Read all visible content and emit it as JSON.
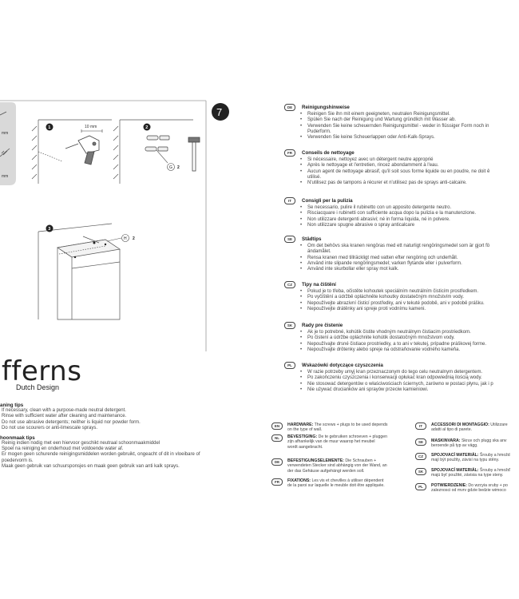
{
  "step": {
    "number": "7"
  },
  "diagram": {
    "step1_num": "1",
    "step2_num": "2",
    "step3_num": "3",
    "drill_size": "10 mm",
    "left_tab_mm": [
      "mm",
      "mm"
    ],
    "callout_g": {
      "letter": "G",
      "qty": "2"
    },
    "callout_h": {
      "letter": "H",
      "qty": "2"
    }
  },
  "brand": {
    "name": "ifferns",
    "tagline": "Dutch Design"
  },
  "bottom_left": {
    "cleaning_title": "aning tips",
    "cleaning": [
      "If necessary, clean with a purpose-made neutral detergent.",
      "Rinse with sufficient water after cleaning and maintenance.",
      "Do not use abrasive detergents; neither is liquid nor powder form.",
      "Do not use scourers or anti-limescale sprays."
    ],
    "nl_title": "hoonmaak tips",
    "nl": [
      "Reinig indien nodig met een hiervoor geschikt neutraal schoonmaakmiddel",
      "Spoel na reiniging en onderhoud met voldoende water af.",
      "Er mogen geen schurende reinigingsmiddelen worden gebruikt, ongeacht of dit in vloeibare of",
      "poedervorm is.",
      "Maak geen gebruik van schuursponsjes en maak geen gebruik van anti kalk sprays."
    ]
  },
  "sections": [
    {
      "lang": "DE",
      "title": "Reinigungshinweise",
      "items": [
        "Reinigen Sie ihn mit einem geeigneten, neutralen Reinigungsmittel.",
        "Spülen Sie nach der Reinigung und Wartung gründlich mit Wasser ab.",
        "Verwenden Sie keine scheuernden Reinigungsmittel - weder in flüssiger Form noch in",
        "Puderform.",
        "Verwenden Sie keine Scheuerlappen oder Anti-Kalk-Sprays."
      ]
    },
    {
      "lang": "FR",
      "title": "Conseils de nettoyage",
      "items": [
        "Si nécessaire, nettoyez avec un détergent neutre approprié",
        "Après le nettoyage et l'entretien, rincez abondamment à l'eau.",
        "Aucun agent de nettoyage abrasif, qu'il soit sous forme liquide ou en poudre, ne doit ê",
        "utilisé.",
        "N'utilisez pas de tampons à récurer et n'utilisez pas de sprays anti-calcaire."
      ]
    },
    {
      "lang": "IT",
      "title": "Consigli per la pulizia",
      "items": [
        "Se necessario, pulire il rubinetto con un apposito detergente neutro.",
        "Risciacquare i rubinetti con sufficiente acqua dopo la pulizia e la manutenzione.",
        "Non utilizzare detergenti abrasivi; né in forma liquida, né in polvere.",
        "Non utilizzare spugne abrasive o spray anticalcare"
      ]
    },
    {
      "lang": "SE",
      "title": "Städtips",
      "items": [
        "Om det behövs ska kranen rengöras med ett naturligt rengöringsmedel som är gjort fö",
        "ändamålet.",
        "Rensa kranen med tillräckligt med vatten efter rengöring och underhåll.",
        "Använd inte slipande rengöringsmedel; varken flytande eller i pulverform.",
        "Använd inte skurbollar eller spray mot kalk."
      ]
    },
    {
      "lang": "CZ",
      "title": "Tipy na čištění",
      "items": [
        "Pokud je to třeba, očistěte kohoutek speciálním neutrálním čisticím prostředkem.",
        "Po vyčištění a údržbě opláchněte kohoutky dostatečným množstvím vody.",
        "Nepoužívejte abrazivní čisticí prostředky, ani v tekuté podobě, ani v podobě prášku.",
        "Nepoužívejte drátěnky ani spreje proti vodnímu kameni."
      ]
    },
    {
      "lang": "SK",
      "title": "Rady pre čistenie",
      "items": [
        "Ak je to potrebné, kohútik čistite vhodným neutrálnym čistiacim prostriedkom.",
        "Po čistení a údržbe opláchnite kohútik dostatočným množstvom vody.",
        "Nepoužívajte drsné čistiace prostriedky, a to ani v tekutej, prípadne práškovej forme.",
        "Nepoužívajte drôtenky alebo spreje na odstraňovanie vodného kameňa."
      ]
    },
    {
      "lang": "PL",
      "title": "Wskazówki dotyczące czyszczenia",
      "items": [
        "W razie potrzeby umyj kran przeznaczonym do tego celu neutralnym detergentem.",
        "Po zakończeniu czyszczenia i konserwacji opłukać kran odpowiednią ilością wody.",
        "Nie stosować detergentów o właściwościach ściernych, zarówno w postaci płynu, jak i p",
        "Nie używać drucianków ani sprayów przeciw kamieniowi."
      ]
    }
  ],
  "fixings": [
    {
      "lang": "EN",
      "bold": "HARDWARE:",
      "text": [
        "The screws + plugs to be used depends",
        "on the type of wall."
      ]
    },
    {
      "lang": "NL",
      "bold": "BEVESTIGING:",
      "text": [
        "De te gebruiken schroeven + pluggen",
        "zijn afhankelijk van de muur waarop het meubel",
        "wordt aangebracht."
      ]
    },
    {
      "lang": "DE",
      "bold": "BEFESTIGUNGSELEMENTE:",
      "text": [
        "Die Schrauben +",
        "verwendeten Stecker sind abhängig von der Wand, an",
        "der das Gehäuse aufgehängt werden soll."
      ]
    },
    {
      "lang": "FR",
      "bold": "FIXATIONS:",
      "text": [
        "Les vis et chevilles à utiliser dépendent",
        "de la paroi sur laquelle le meuble doit être appliquée."
      ]
    }
  ],
  "fixings_right": [
    {
      "lang": "IT",
      "bold": "ACCESSORI DI MONTAGGIO:",
      "text": [
        "Utilizzare",
        "adatti al tipo di parete."
      ]
    },
    {
      "lang": "SE",
      "bold": "MASKINVARA:",
      "text": [
        "Skruv och plugg ska anv",
        "beroende på typ av vägg."
      ]
    },
    {
      "lang": "CZ",
      "bold": "SPOJOVACÍ MATERIÁL:",
      "text": [
        "Šrouby a hmožd",
        "mají být použity, závisí na typu stěny."
      ]
    },
    {
      "lang": "SK",
      "bold": "SPOJOVACÍ MATERIÁL:",
      "text": [
        "Šrouby a hmožď",
        "majú byť použité, závisia na type steny."
      ]
    },
    {
      "lang": "PL",
      "bold": "POTWIERDZENIE:",
      "text": [
        "Do wzcyia sruby + po",
        "zaleznosci od mvrv gdzie bedzie wimoco"
      ]
    }
  ]
}
